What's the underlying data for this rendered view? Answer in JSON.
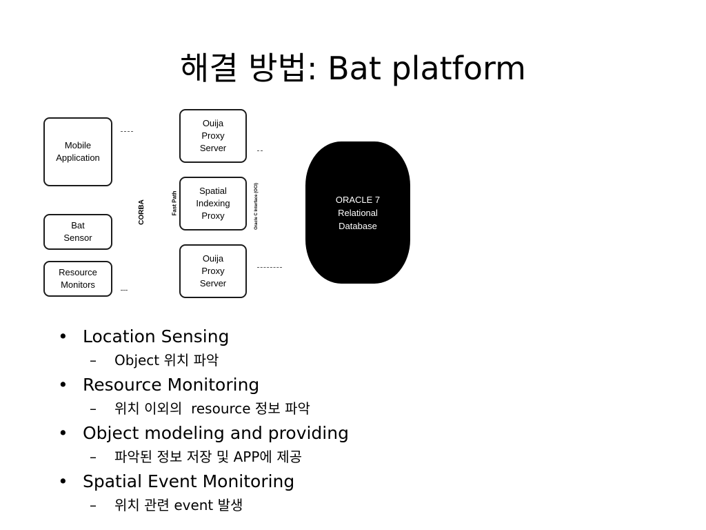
{
  "slide": {
    "title": "해결 방법: Bat platform"
  },
  "diagram": {
    "mobile_application": "Mobile\nApplication",
    "bat_sensor": "Bat\nSensor",
    "resource_monitors": "Resource\nMonitors",
    "corba_label": "CORBA",
    "proxy_top": "Ouija\nProxy\nServer",
    "spatial_proxy": "Spatial\nIndexing\nProxy",
    "proxy_bottom": "Ouija\nProxy\nServer",
    "fast_path_label": "Fast Path",
    "oci_label": "Oracle C Interface (OCI)",
    "database": "ORACLE 7\nRelational\nDatabase"
  },
  "bullets": [
    {
      "text": "Location Sensing",
      "sub": "Object 위치 파악"
    },
    {
      "text": "Resource Monitoring",
      "sub": "위치 이외의  resource 정보 파악"
    },
    {
      "text": "Object modeling and providing",
      "sub": "파악된 정보 저장 및 APP에 제공"
    },
    {
      "text": "Spatial Event Monitoring",
      "sub": "위치 관련 event 발생"
    }
  ],
  "bullet_marks": {
    "main": "•",
    "sub": "–"
  }
}
